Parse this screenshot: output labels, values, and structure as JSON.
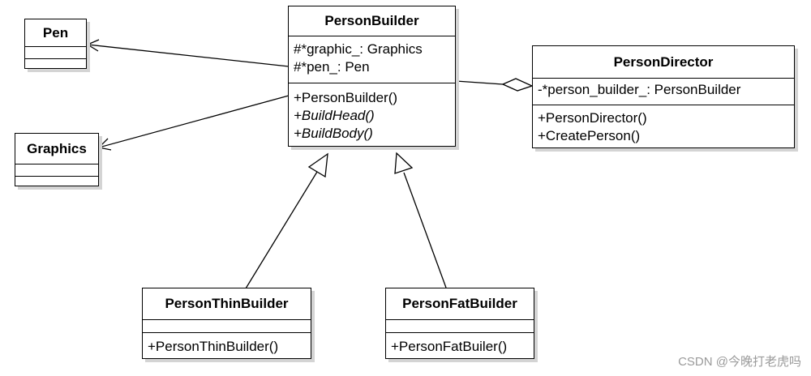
{
  "classes": {
    "pen": {
      "name": "Pen",
      "attributes": [],
      "operations": []
    },
    "graphics": {
      "name": "Graphics",
      "attributes": [],
      "operations": []
    },
    "person_builder": {
      "name": "PersonBuilder",
      "attributes": [
        "#*graphic_: Graphics",
        "#*pen_: Pen"
      ],
      "operations": [
        "+PersonBuilder()",
        "+BuildHead()",
        "+BuildBody()"
      ]
    },
    "person_director": {
      "name": "PersonDirector",
      "attributes": [
        "-*person_builder_: PersonBuilder"
      ],
      "operations": [
        "+PersonDirector()",
        "+CreatePerson()"
      ]
    },
    "person_thin_builder": {
      "name": "PersonThinBuilder",
      "attributes": [],
      "operations": [
        "+PersonThinBuilder()"
      ]
    },
    "person_fat_builder": {
      "name": "PersonFatBuilder",
      "attributes": [],
      "operations": [
        "+PersonFatBuiler()"
      ]
    }
  },
  "watermark": "CSDN @今晚打老虎吗"
}
